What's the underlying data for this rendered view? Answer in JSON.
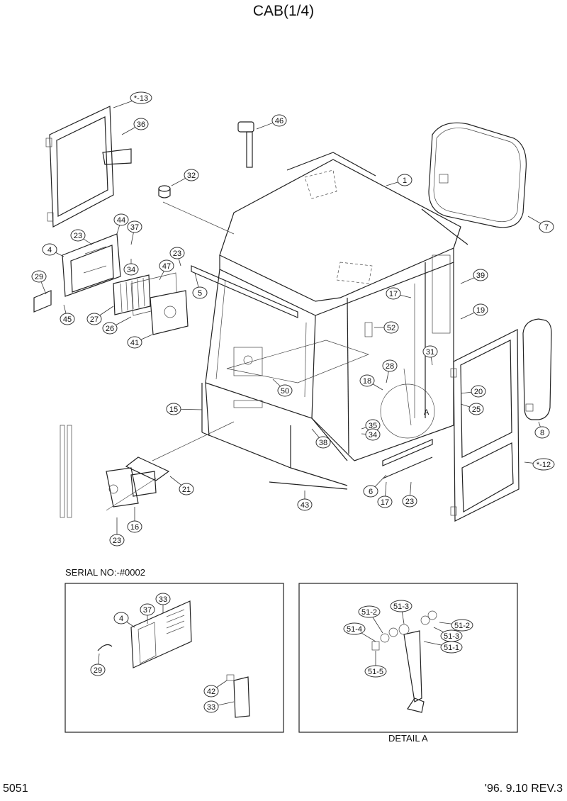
{
  "title": "CAB(1/4)",
  "serial_label": "SERIAL NO:-#0002",
  "detail_label": "DETAIL A",
  "detail_marker": "A",
  "page_number": "5051",
  "revision": "'96. 9.10  REV.3",
  "callouts_main": [
    "*-13",
    "36",
    "46",
    "1",
    "32",
    "7",
    "44",
    "37",
    "23",
    "4",
    "23",
    "34",
    "47",
    "29",
    "45",
    "27",
    "26",
    "5",
    "39",
    "17",
    "19",
    "41",
    "52",
    "31",
    "28",
    "18",
    "20",
    "25",
    "8",
    "50",
    "15",
    "35",
    "34",
    "38",
    "*-12",
    "21",
    "6",
    "17",
    "23",
    "16",
    "43",
    "23"
  ],
  "callouts_serial": [
    "33",
    "4",
    "37",
    "29",
    "42",
    "33"
  ],
  "callouts_detail": [
    "51-3",
    "51-2",
    "51-4",
    "51-2",
    "51-3",
    "51-1",
    "51-5"
  ]
}
